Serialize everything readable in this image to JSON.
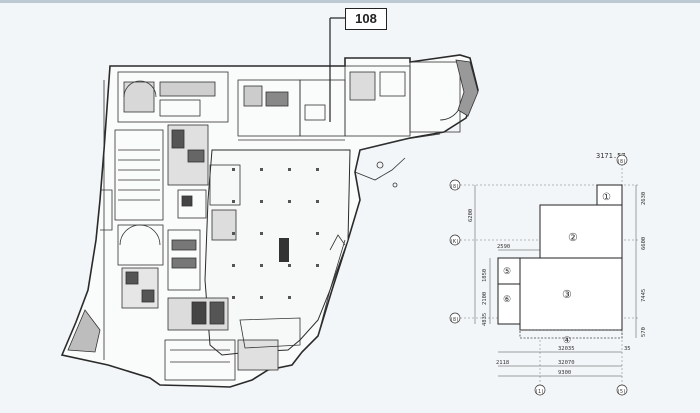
{
  "callout": {
    "label": "108"
  },
  "plan": {
    "area_label": "3171.57",
    "zones": [
      "①",
      "②",
      "③",
      "④",
      "⑤",
      "⑥"
    ],
    "grid_bubbles": [
      "(8)",
      "(K)",
      "(8)",
      "(8)",
      "(1)",
      "(5)"
    ],
    "left_dims": [
      "6200",
      "1850",
      "2100",
      "4835"
    ],
    "right_dims": [
      "2630",
      "6600",
      "7445",
      "570"
    ],
    "top_dims": [
      "2590"
    ],
    "bottom_dims": [
      "32035",
      "35",
      "32070",
      "2118",
      "9300"
    ]
  }
}
